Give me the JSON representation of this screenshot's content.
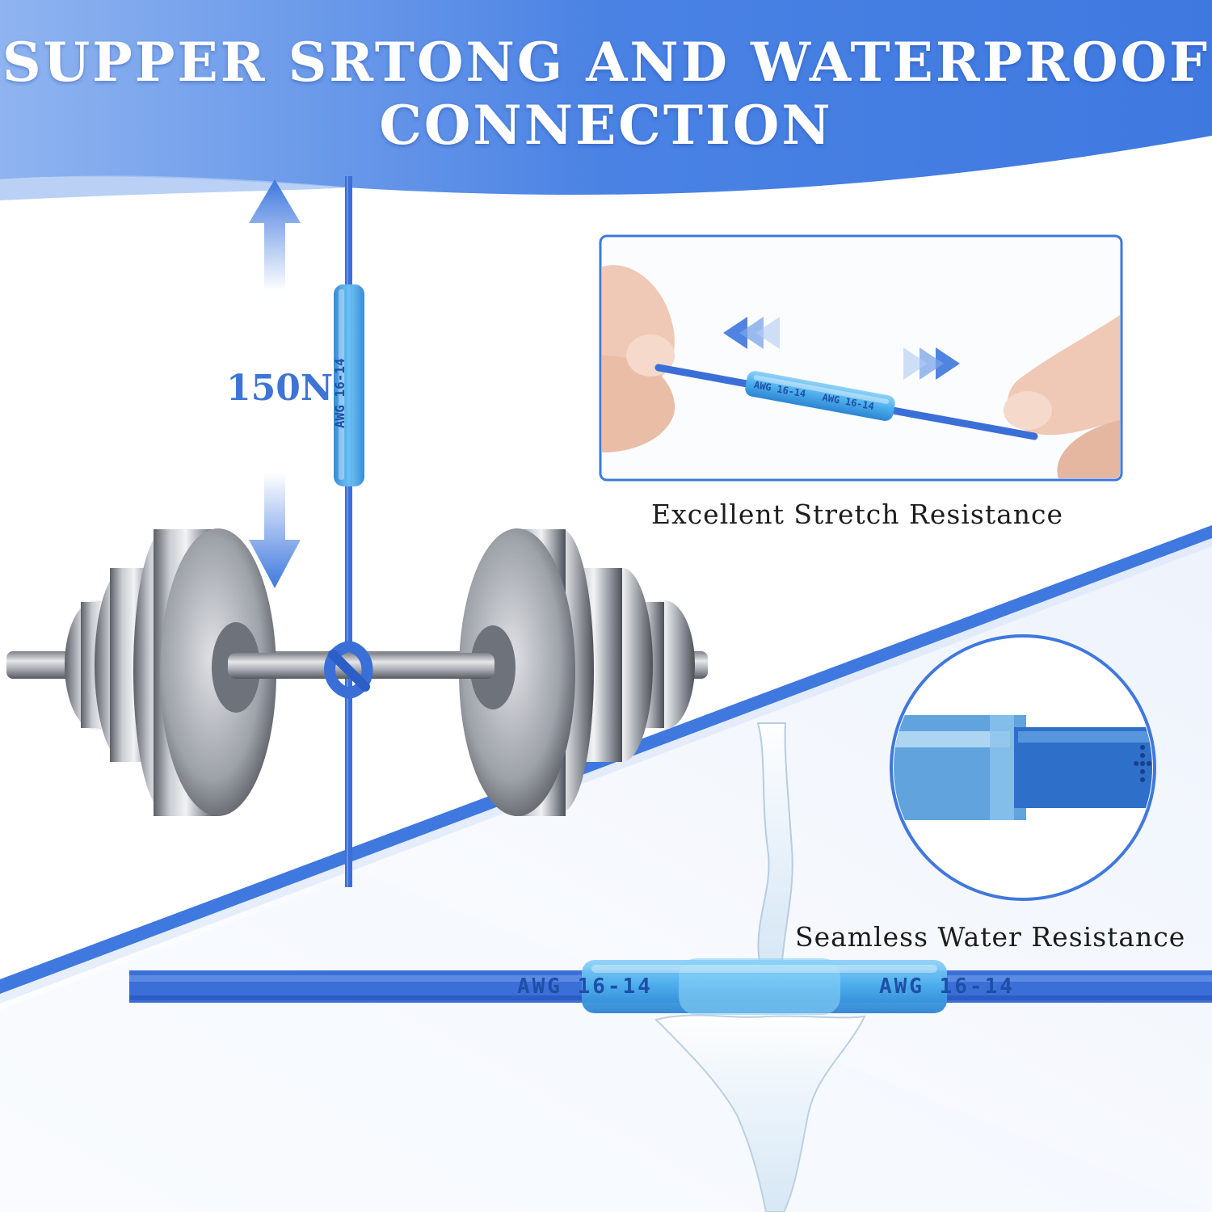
{
  "headline": {
    "line1": "SUPPER SRTONG AND WATERPROOF",
    "line2": "CONNECTION"
  },
  "force": {
    "label": "150N"
  },
  "stretch_panel": {
    "caption": "Excellent Stretch Resistance",
    "tube_markings": [
      "AWG 16-14",
      "AWG 16-14"
    ]
  },
  "water_panel": {
    "caption": "Seamless Water Resistance",
    "tube_markings": [
      "AWG 16-14",
      "AWG 16-14"
    ]
  },
  "vertical_tube": {
    "marking": "AWG 16-14"
  },
  "colors": {
    "brand_blue": "#3d74d6",
    "banner_blue": "#4d86e6",
    "wire_blue": "#3b6fd8",
    "tube_blue": "#5bb3f0"
  }
}
